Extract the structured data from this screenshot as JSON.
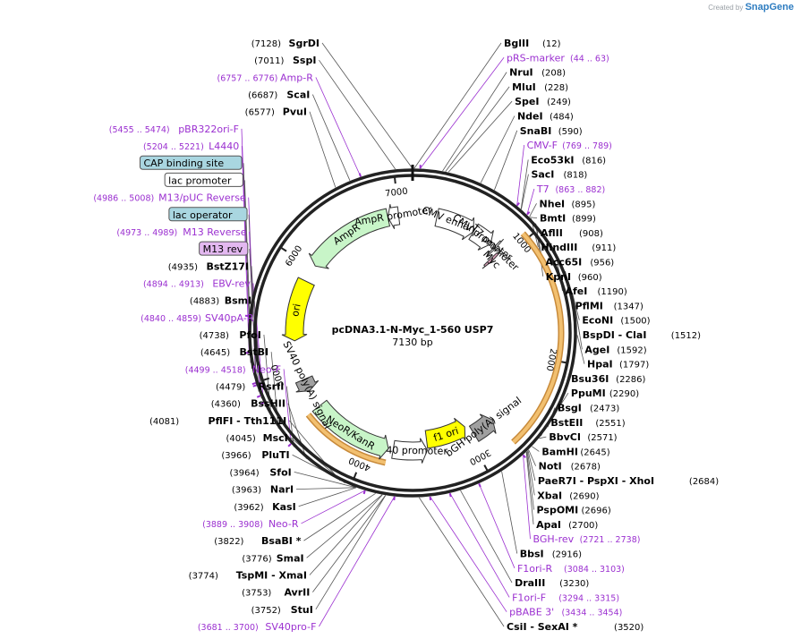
{
  "title": "pcDNA3.1-N-Myc_1-560 USP7",
  "length": 7130,
  "length_label": "7130 bp",
  "credit": {
    "created_by": "Created by",
    "brand": "SnapGene"
  },
  "ticks": [
    {
      "pos": 1000,
      "label": "1000"
    },
    {
      "pos": 2000,
      "label": "2000"
    },
    {
      "pos": 3000,
      "label": "3000"
    },
    {
      "pos": 4000,
      "label": "4000"
    },
    {
      "pos": 5000,
      "label": "5000"
    },
    {
      "pos": 6000,
      "label": "6000"
    },
    {
      "pos": 7000,
      "label": "7000"
    }
  ],
  "features": [
    {
      "name": "CMV enhancer",
      "start": 235,
      "end": 614,
      "ring": 0,
      "color": "#ffffff",
      "stroke": "#333333"
    },
    {
      "name": "CMV promoter",
      "start": 615,
      "end": 818,
      "ring": 0,
      "color": "#ffffff",
      "stroke": "#333333"
    },
    {
      "name": "T7 promoter",
      "start": 863,
      "end": 881,
      "ring": 0,
      "color": "#ffffff",
      "stroke": "#333333"
    },
    {
      "name": "Myc",
      "start": 920,
      "end": 949,
      "ring": 1,
      "color": "#d9a0b8",
      "stroke": "#333333"
    },
    {
      "name": "bGH poly(A) signal",
      "start": 2720,
      "end": 2944,
      "ring": 0,
      "color": "#a0a0a0",
      "stroke": "#333333"
    },
    {
      "name": "f1 ori",
      "start": 2990,
      "end": 3418,
      "ring": 1,
      "color": "#ffff00",
      "stroke": "#333333"
    },
    {
      "name": "SV40 promoter",
      "start": 3423,
      "end": 3752,
      "ring": 0,
      "color": "#ffffff",
      "stroke": "#333333"
    },
    {
      "name": "NeoR/KanR",
      "start": 3799,
      "end": 4593,
      "ring": 0,
      "color": "#c8f5c8",
      "stroke": "#333333"
    },
    {
      "name": "SV40 poly(A) signal",
      "start": 4767,
      "end": 4888,
      "ring": 0,
      "color": "#a0a0a0",
      "stroke": "#333333"
    },
    {
      "name": "ori",
      "start": 5272,
      "end": 5860,
      "ring": 0,
      "color": "#ffff00",
      "stroke": "#333333"
    },
    {
      "name": "AmpR",
      "start": 6031,
      "end": 6891,
      "ring": 0,
      "color": "#c8f5c8",
      "stroke": "#333333"
    },
    {
      "name": "AmpR promoter",
      "start": 6892,
      "end": 6996,
      "ring": 0,
      "color": "#ffffff",
      "stroke": "#333333"
    }
  ],
  "inserts": [
    {
      "name": "USP7",
      "start": 950,
      "end": 2720,
      "color": "#e6a040"
    },
    {
      "name": "NeoR orange",
      "start": 3799,
      "end": 4593,
      "color": "#e6a040"
    }
  ],
  "left_labels": [
    {
      "pos": 7128,
      "text": "SgrDI",
      "num": "(7128)",
      "kind": "enzyme"
    },
    {
      "pos": 7011,
      "text": "SspI",
      "num": "(7011)",
      "kind": "enzyme"
    },
    {
      "pos": 6766,
      "text": "Amp-R",
      "num": "(6757 .. 6776)",
      "kind": "primer"
    },
    {
      "pos": 6687,
      "text": "ScaI",
      "num": "(6687)",
      "kind": "enzyme"
    },
    {
      "pos": 6577,
      "text": "PvuI",
      "num": "(6577)",
      "kind": "enzyme"
    },
    {
      "pos": 5464,
      "text": "pBR322ori-F",
      "num": "(5455 .. 5474)",
      "kind": "primer"
    },
    {
      "pos": 5212,
      "text": "L4440",
      "num": "(5204 .. 5221)",
      "kind": "primer"
    },
    {
      "pos": 5140,
      "text": "CAP binding site",
      "num": "",
      "kind": "box-blue"
    },
    {
      "pos": 5100,
      "text": "lac promoter",
      "num": "",
      "kind": "box-white"
    },
    {
      "pos": 4997,
      "text": "M13/pUC Reverse",
      "num": "(4986 .. 5008)",
      "kind": "primer"
    },
    {
      "pos": 4990,
      "text": "lac operator",
      "num": "",
      "kind": "box-blue"
    },
    {
      "pos": 4981,
      "text": "M13 Reverse",
      "num": "(4973 .. 4989)",
      "kind": "primer"
    },
    {
      "pos": 4975,
      "text": "M13 rev",
      "num": "",
      "kind": "box-purple"
    },
    {
      "pos": 4935,
      "text": "BstZ17I",
      "num": "(4935)",
      "kind": "enzyme"
    },
    {
      "pos": 4903,
      "text": "EBV-rev",
      "num": "(4894 .. 4913)",
      "kind": "primer"
    },
    {
      "pos": 4883,
      "text": "BsmI",
      "num": "(4883)",
      "kind": "enzyme"
    },
    {
      "pos": 4850,
      "text": "SV40pA-R",
      "num": "(4840 .. 4859)",
      "kind": "primer"
    },
    {
      "pos": 4738,
      "text": "PfoI",
      "num": "(4738)",
      "kind": "enzyme"
    },
    {
      "pos": 4645,
      "text": "BstBI",
      "num": "(4645)",
      "kind": "enzyme"
    },
    {
      "pos": 4508,
      "text": "Neo-F",
      "num": "(4499 .. 4518)",
      "kind": "primer"
    },
    {
      "pos": 4479,
      "text": "RsrII",
      "num": "(4479)",
      "kind": "enzyme"
    },
    {
      "pos": 4360,
      "text": "BssHII",
      "num": "(4360)",
      "kind": "enzyme"
    },
    {
      "pos": 4081,
      "text": "PflFI  - Tth111I",
      "num": "(4081)",
      "kind": "enzyme"
    },
    {
      "pos": 4045,
      "text": "MscI",
      "num": "(4045)",
      "kind": "enzyme"
    },
    {
      "pos": 3966,
      "text": "PluTI",
      "num": "(3966)",
      "kind": "enzyme"
    },
    {
      "pos": 3964,
      "text": "SfoI",
      "num": "(3964)",
      "kind": "enzyme"
    },
    {
      "pos": 3963,
      "text": "NarI",
      "num": "(3963)",
      "kind": "enzyme"
    },
    {
      "pos": 3962,
      "text": "KasI",
      "num": "(3962)",
      "kind": "enzyme"
    },
    {
      "pos": 3898,
      "text": "Neo-R",
      "num": "(3889 .. 3908)",
      "kind": "primer"
    },
    {
      "pos": 3822,
      "text": "BsaBI  *",
      "num": "(3822)",
      "kind": "enzyme"
    },
    {
      "pos": 3776,
      "text": "SmaI",
      "num": "(3776)",
      "kind": "enzyme"
    },
    {
      "pos": 3774,
      "text": "TspMI  - XmaI",
      "num": "(3774)",
      "kind": "enzyme"
    },
    {
      "pos": 3753,
      "text": "AvrII",
      "num": "(3753)",
      "kind": "enzyme"
    },
    {
      "pos": 3752,
      "text": "StuI",
      "num": "(3752)",
      "kind": "enzyme"
    },
    {
      "pos": 3690,
      "text": "SV40pro-F",
      "num": "(3681 .. 3700)",
      "kind": "primer"
    }
  ],
  "right_labels": [
    {
      "pos": 12,
      "text": "BglII",
      "num": "(12)",
      "kind": "enzyme"
    },
    {
      "pos": 53,
      "text": "pRS-marker",
      "num": "(44 .. 63)",
      "kind": "primer"
    },
    {
      "pos": 208,
      "text": "NruI",
      "num": "(208)",
      "kind": "enzyme"
    },
    {
      "pos": 228,
      "text": "MluI",
      "num": "(228)",
      "kind": "enzyme"
    },
    {
      "pos": 249,
      "text": "SpeI",
      "num": "(249)",
      "kind": "enzyme"
    },
    {
      "pos": 484,
      "text": "NdeI",
      "num": "(484)",
      "kind": "enzyme"
    },
    {
      "pos": 590,
      "text": "SnaBI",
      "num": "(590)",
      "kind": "enzyme"
    },
    {
      "pos": 779,
      "text": "CMV-F",
      "num": "(769 .. 789)",
      "kind": "primer"
    },
    {
      "pos": 816,
      "text": "Eco53kI",
      "num": "(816)",
      "kind": "enzyme"
    },
    {
      "pos": 818,
      "text": "SacI",
      "num": "(818)",
      "kind": "enzyme"
    },
    {
      "pos": 872,
      "text": "T7",
      "num": "(863 .. 882)",
      "kind": "primer"
    },
    {
      "pos": 895,
      "text": "NheI",
      "num": "(895)",
      "kind": "enzyme"
    },
    {
      "pos": 899,
      "text": "BmtI",
      "num": "(899)",
      "kind": "enzyme"
    },
    {
      "pos": 908,
      "text": "AflII",
      "num": "(908)",
      "kind": "enzyme"
    },
    {
      "pos": 911,
      "text": "HindIII",
      "num": "(911)",
      "kind": "enzyme"
    },
    {
      "pos": 956,
      "text": "Acc65I",
      "num": "(956)",
      "kind": "enzyme"
    },
    {
      "pos": 960,
      "text": "KpnI",
      "num": "(960)",
      "kind": "enzyme"
    },
    {
      "pos": 1190,
      "text": "AfeI",
      "num": "(1190)",
      "kind": "enzyme"
    },
    {
      "pos": 1347,
      "text": "PflMI",
      "num": "(1347)",
      "kind": "enzyme"
    },
    {
      "pos": 1500,
      "text": "EcoNI",
      "num": "(1500)",
      "kind": "enzyme"
    },
    {
      "pos": 1512,
      "text": "BspDI  - ClaI",
      "num": "(1512)",
      "kind": "enzyme"
    },
    {
      "pos": 1592,
      "text": "AgeI",
      "num": "(1592)",
      "kind": "enzyme"
    },
    {
      "pos": 1797,
      "text": "HpaI",
      "num": "(1797)",
      "kind": "enzyme"
    },
    {
      "pos": 2286,
      "text": "Bsu36I",
      "num": "(2286)",
      "kind": "enzyme"
    },
    {
      "pos": 2290,
      "text": "PpuMI",
      "num": "(2290)",
      "kind": "enzyme"
    },
    {
      "pos": 2473,
      "text": "BsgI",
      "num": "(2473)",
      "kind": "enzyme"
    },
    {
      "pos": 2551,
      "text": "BstEII",
      "num": "(2551)",
      "kind": "enzyme"
    },
    {
      "pos": 2571,
      "text": "BbvCI",
      "num": "(2571)",
      "kind": "enzyme"
    },
    {
      "pos": 2645,
      "text": "BamHI",
      "num": "(2645)",
      "kind": "enzyme"
    },
    {
      "pos": 2678,
      "text": "NotI",
      "num": "(2678)",
      "kind": "enzyme"
    },
    {
      "pos": 2684,
      "text": "PaeR7I  - PspXI  - XhoI",
      "num": "(2684)",
      "kind": "enzyme"
    },
    {
      "pos": 2690,
      "text": "XbaI",
      "num": "(2690)",
      "kind": "enzyme"
    },
    {
      "pos": 2696,
      "text": "PspOMI",
      "num": "(2696)",
      "kind": "enzyme"
    },
    {
      "pos": 2700,
      "text": "ApaI",
      "num": "(2700)",
      "kind": "enzyme"
    },
    {
      "pos": 2730,
      "text": "BGH-rev",
      "num": "(2721 .. 2738)",
      "kind": "primer"
    },
    {
      "pos": 2916,
      "text": "BbsI",
      "num": "(2916)",
      "kind": "enzyme"
    },
    {
      "pos": 3094,
      "text": "F1ori-R",
      "num": "(3084 .. 3103)",
      "kind": "primer"
    },
    {
      "pos": 3230,
      "text": "DraIII",
      "num": "(3230)",
      "kind": "enzyme"
    },
    {
      "pos": 3305,
      "text": "F1ori-F",
      "num": "(3294 .. 3315)",
      "kind": "primer"
    },
    {
      "pos": 3444,
      "text": "pBABE 3'",
      "num": "(3434 .. 3454)",
      "kind": "primer"
    },
    {
      "pos": 3520,
      "text": "CsiI  - SexAI  *",
      "num": "(3520)",
      "kind": "enzyme"
    }
  ]
}
